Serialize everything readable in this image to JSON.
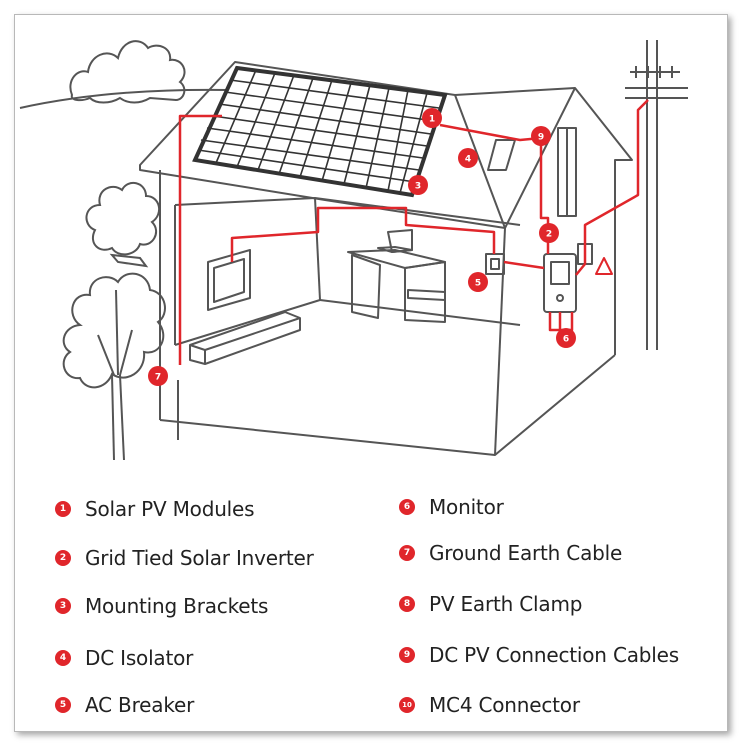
{
  "colors": {
    "accent": "#e0262b",
    "line": "#555555",
    "text": "#222222"
  },
  "callouts": [
    "1",
    "2",
    "3",
    "4",
    "5",
    "6",
    "7",
    "9"
  ],
  "legend": [
    {
      "num": "1",
      "label": "Solar PV Modules"
    },
    {
      "num": "2",
      "label": "Grid Tied Solar Inverter"
    },
    {
      "num": "3",
      "label": "Mounting Brackets"
    },
    {
      "num": "4",
      "label": "DC Isolator"
    },
    {
      "num": "5",
      "label": "AC Breaker"
    },
    {
      "num": "6",
      "label": "Monitor"
    },
    {
      "num": "7",
      "label": "Ground Earth Cable"
    },
    {
      "num": "8",
      "label": "PV Earth Clamp"
    },
    {
      "num": "9",
      "label": "DC PV Connection Cables"
    },
    {
      "num": "10",
      "label": "MC4 Connector"
    }
  ]
}
